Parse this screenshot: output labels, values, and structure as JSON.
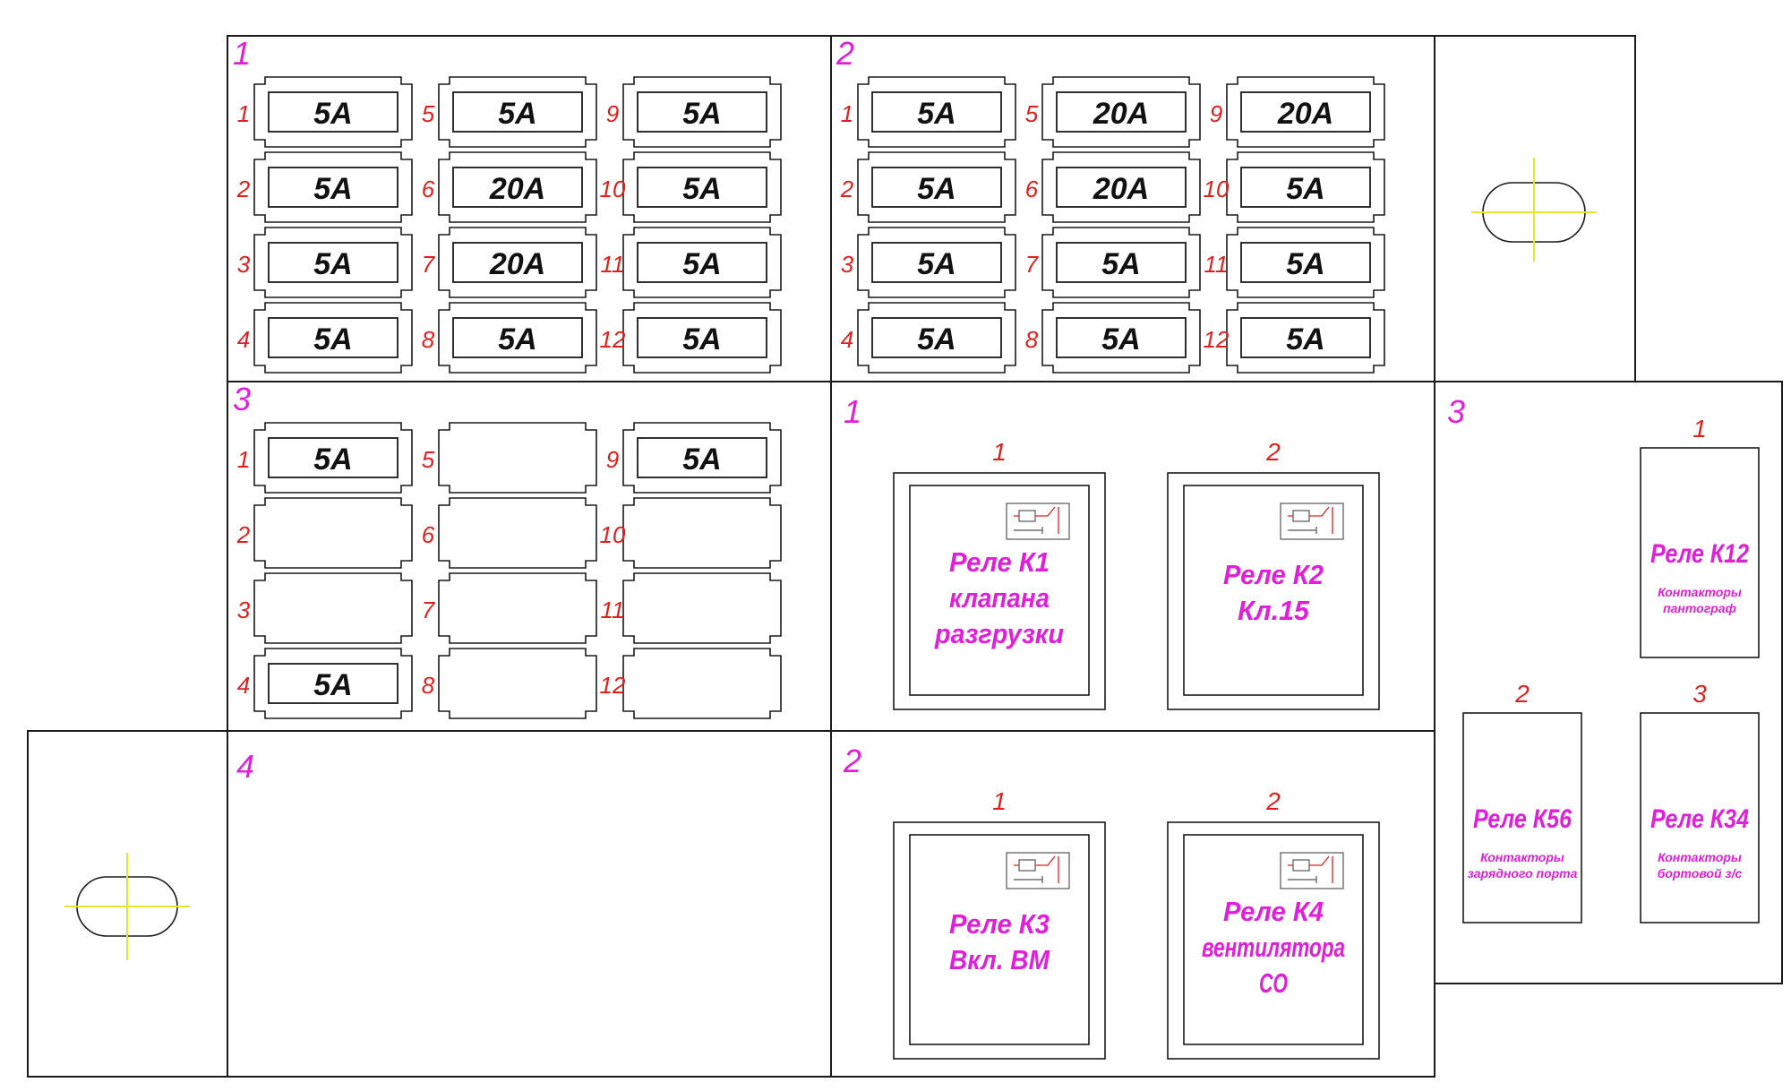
{
  "colors": {
    "section_label": "#e020d8",
    "slot_number": "#e0201e",
    "rating": "#111111",
    "relay_label": "#e020d8",
    "mounting_cross": "#e6e62e",
    "outline": "#1a1a1a"
  },
  "fuse_blocks": [
    {
      "id": "1",
      "label": "1",
      "slots": [
        {
          "n": "1",
          "r": "5A"
        },
        {
          "n": "2",
          "r": "5A"
        },
        {
          "n": "3",
          "r": "5A"
        },
        {
          "n": "4",
          "r": "5A"
        },
        {
          "n": "5",
          "r": "5A"
        },
        {
          "n": "6",
          "r": "20A"
        },
        {
          "n": "7",
          "r": "20A"
        },
        {
          "n": "8",
          "r": "5A"
        },
        {
          "n": "9",
          "r": "5A"
        },
        {
          "n": "10",
          "r": "5A"
        },
        {
          "n": "11",
          "r": "5A"
        },
        {
          "n": "12",
          "r": "5A"
        }
      ]
    },
    {
      "id": "2",
      "label": "2",
      "slots": [
        {
          "n": "1",
          "r": "5A"
        },
        {
          "n": "2",
          "r": "5A"
        },
        {
          "n": "3",
          "r": "5A"
        },
        {
          "n": "4",
          "r": "5A"
        },
        {
          "n": "5",
          "r": "20A"
        },
        {
          "n": "6",
          "r": "20A"
        },
        {
          "n": "7",
          "r": "5A"
        },
        {
          "n": "8",
          "r": "5A"
        },
        {
          "n": "9",
          "r": "20A"
        },
        {
          "n": "10",
          "r": "5A"
        },
        {
          "n": "11",
          "r": "5A"
        },
        {
          "n": "12",
          "r": "5A"
        }
      ]
    },
    {
      "id": "3",
      "label": "3",
      "slots": [
        {
          "n": "1",
          "r": "5A"
        },
        {
          "n": "2",
          "r": ""
        },
        {
          "n": "3",
          "r": ""
        },
        {
          "n": "4",
          "r": "5A"
        },
        {
          "n": "5",
          "r": ""
        },
        {
          "n": "6",
          "r": ""
        },
        {
          "n": "7",
          "r": ""
        },
        {
          "n": "8",
          "r": ""
        },
        {
          "n": "9",
          "r": "5A"
        },
        {
          "n": "10",
          "r": ""
        },
        {
          "n": "11",
          "r": ""
        },
        {
          "n": "12",
          "r": ""
        }
      ]
    }
  ],
  "empty_block": {
    "label": "4"
  },
  "relay_panel_1": {
    "label": "1",
    "relays": [
      {
        "n": "1",
        "lines": [
          "Реле К1",
          "клапана",
          "разгрузки"
        ]
      },
      {
        "n": "2",
        "lines": [
          "Реле К2",
          "Кл.15"
        ]
      }
    ]
  },
  "relay_panel_2": {
    "label": "2",
    "relays": [
      {
        "n": "1",
        "lines": [
          "Реле К3",
          "Вкл. ВМ"
        ]
      },
      {
        "n": "2",
        "lines": [
          "Реле К4",
          "вентилятора",
          "СО"
        ]
      }
    ]
  },
  "contactor_panel": {
    "label": "3",
    "items": [
      {
        "n": "1",
        "title": "Реле К12",
        "sub": [
          "Контакторы",
          "пантограф"
        ]
      },
      {
        "n": "2",
        "title": "Реле К56",
        "sub": [
          "Контакторы",
          "зарядного порта"
        ]
      },
      {
        "n": "3",
        "title": "Реле К34",
        "sub": [
          "Контакторы",
          "бортовой з/с"
        ]
      }
    ]
  }
}
